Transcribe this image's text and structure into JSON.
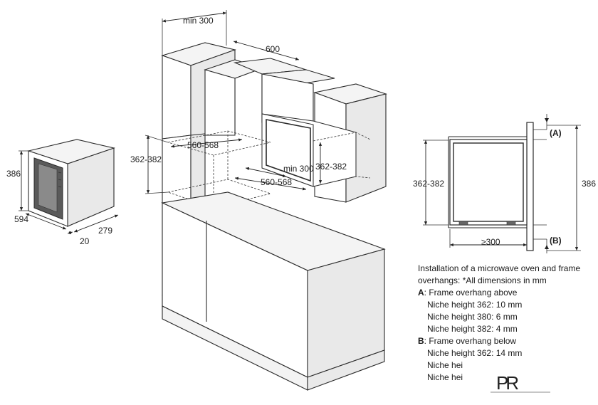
{
  "dimensions": {
    "min_300_top": "min 300",
    "d600": "600",
    "h362_382_left": "362-382",
    "w560_568_upper": "560-568",
    "min_300_inner": "min 300",
    "h362_382_right": "362-382",
    "w560_568_lower": "560-568",
    "oven_height": "386",
    "oven_width": "594",
    "oven_frame_depth": "20",
    "oven_depth": "279",
    "side_niche_height": "362-382",
    "side_total_height": "386",
    "side_depth": "≥300",
    "label_a": "(A)",
    "label_b": "(B)"
  },
  "notes": {
    "title": "Installation of a microwave oven and frame overhangs: *All dimensions in mm",
    "a_key": "A",
    "a_text": ": Frame overhang above",
    "a_items": [
      "Niche height 362: 10 mm",
      "Niche height 380: 6 mm",
      "Niche height 382: 4 mm"
    ],
    "b_key": "B",
    "b_text": ": Frame overhang below",
    "b_items": [
      "Niche height 362: 14 mm",
      "Niche hei",
      "Niche hei"
    ]
  },
  "logo": {
    "text": "PR"
  },
  "colors": {
    "line": "#2a2a2a",
    "shade": "#e9e9e9",
    "dark": "#5a5a5a"
  }
}
